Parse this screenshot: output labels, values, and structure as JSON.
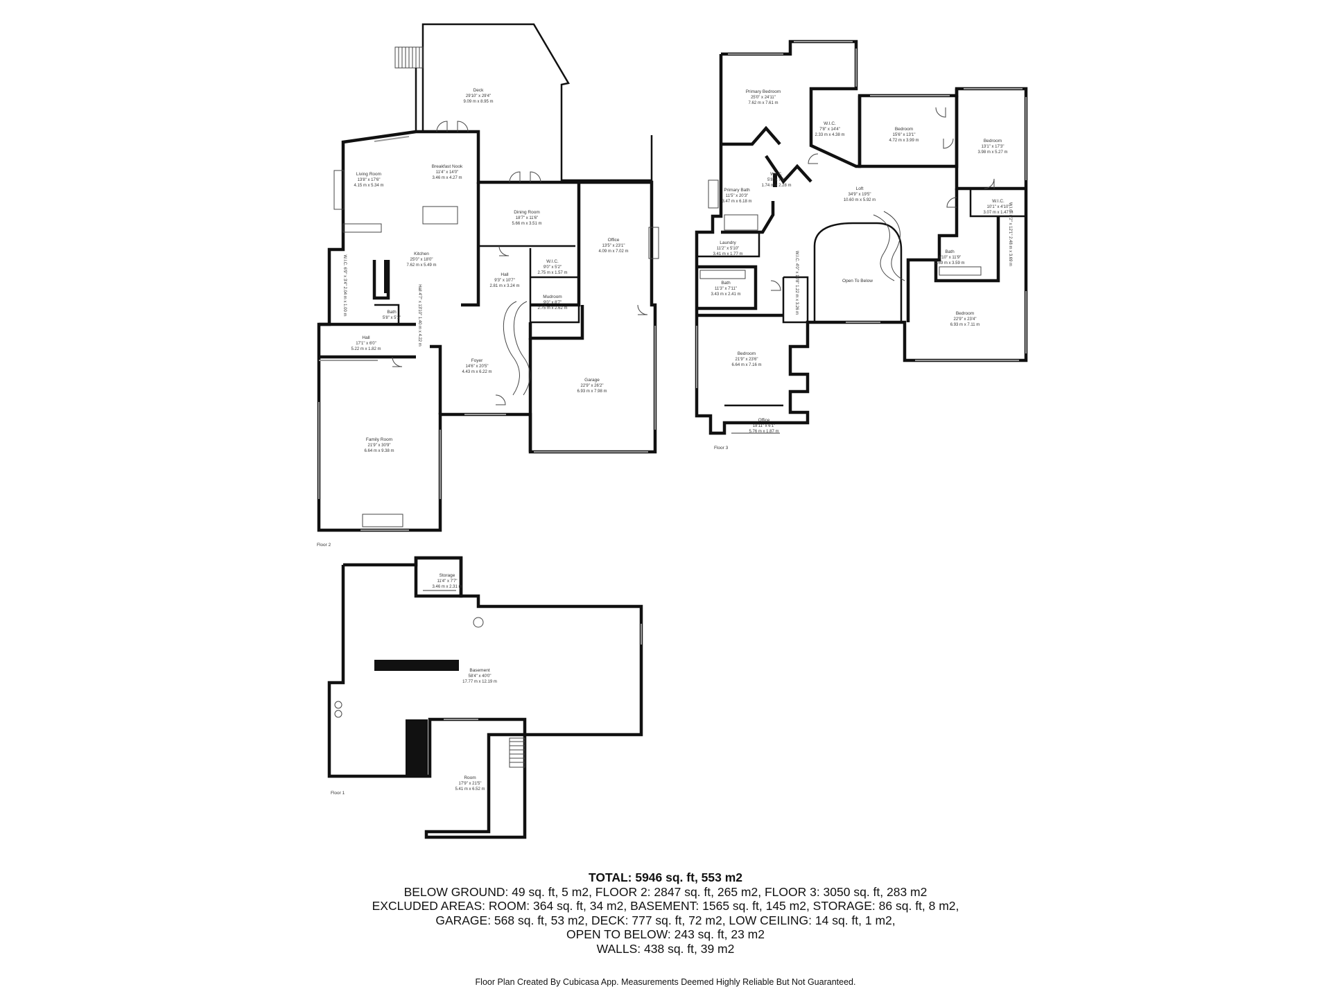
{
  "floors": {
    "floor2": {
      "label": "Floor 2",
      "rooms": [
        {
          "name": "Deck",
          "dim_imperial": "29'10\" x 29'4\"",
          "dim_metric": "9.09 m x 8.95 m"
        },
        {
          "name": "Breakfast Nook",
          "dim_imperial": "11'4\" x 14'0\"",
          "dim_metric": "3.46 m x 4.27 m"
        },
        {
          "name": "Living Room",
          "dim_imperial": "13'8\" x 17'6\"",
          "dim_metric": "4.15 m x 5.34 m"
        },
        {
          "name": "Dining Room",
          "dim_imperial": "18'7\" x 11'6\"",
          "dim_metric": "5.66 m x 3.51 m"
        },
        {
          "name": "Office",
          "dim_imperial": "13'5\" x 23'1\"",
          "dim_metric": "4.09 m x 7.02 m"
        },
        {
          "name": "Kitchen",
          "dim_imperial": "25'0\" x 18'0\"",
          "dim_metric": "7.62 m x 5.49 m"
        },
        {
          "name": "Hall",
          "dim_imperial": "9'3\" x 10'7\"",
          "dim_metric": "2.81 m x 3.24 m"
        },
        {
          "name": "W.I.C.",
          "dim_imperial": "9'0\" x 5'2\"",
          "dim_metric": "2.75 m x 1.57 m"
        },
        {
          "name": "Mudroom",
          "dim_imperial": "9'0\" x 8'7\"",
          "dim_metric": "2.75 m x 2.62 m"
        },
        {
          "name": "Bath",
          "dim_imperial": "5'8\" x 5'1\"",
          "dim_metric": ""
        },
        {
          "name": "Hall",
          "dim_imperial": "17'1\" x 6'0\"",
          "dim_metric": "5.22 m x 1.82 m"
        },
        {
          "name": "Foyer",
          "dim_imperial": "14'6\" x 20'5\"",
          "dim_metric": "4.43 m x 6.22 m"
        },
        {
          "name": "Garage",
          "dim_imperial": "22'9\" x 26'2\"",
          "dim_metric": "6.93 m x 7.98 m"
        },
        {
          "name": "Family Room",
          "dim_imperial": "21'9\" x 30'9\"",
          "dim_metric": "6.64 m x 9.38 m"
        }
      ],
      "rotated_labels": [
        {
          "text": "W.I.C. 6'9\" x 3'4\" 2.04 m x 1.00 m"
        },
        {
          "text": "Hall 4'7\" x 13'10\" 1.40 m x 4.22 m"
        }
      ]
    },
    "floor3": {
      "label": "Floor 3",
      "rooms": [
        {
          "name": "Primary Bedroom",
          "dim_imperial": "25'0\" x 24'11\"",
          "dim_metric": "7.62 m x 7.61 m"
        },
        {
          "name": "W.I.C.",
          "dim_imperial": "7'8\" x 14'4\"",
          "dim_metric": "2.33 m x 4.38 m"
        },
        {
          "name": "Bedroom",
          "dim_imperial": "15'6\" x 13'1\"",
          "dim_metric": "4.72 m x 3.99 m"
        },
        {
          "name": "Bedroom",
          "dim_imperial": "13'1\" x 17'3\"",
          "dim_metric": "3.98 m x 5.27 m"
        },
        {
          "name": "W.I.C.",
          "dim_imperial": "5'8\" x 7'6\"",
          "dim_metric": "1.74 m x 2.28 m"
        },
        {
          "name": "Primary Bath",
          "dim_imperial": "11'5\" x 20'3\"",
          "dim_metric": "3.47 m x 6.18 m"
        },
        {
          "name": "Loft",
          "dim_imperial": "34'9\" x 19'5\"",
          "dim_metric": "10.60 m x 5.92 m"
        },
        {
          "name": "W.I.C.",
          "dim_imperial": "10'1\" x 4'10\"",
          "dim_metric": "3.07 m x 1.47 m"
        },
        {
          "name": "Laundry",
          "dim_imperial": "11'2\" x 5'10\"",
          "dim_metric": "3.41 m x 1.77 m"
        },
        {
          "name": "Bath",
          "dim_imperial": "8'10\" x 11'9\"",
          "dim_metric": "2.69 m x 3.59 m"
        },
        {
          "name": "Open To Below",
          "dim_imperial": "",
          "dim_metric": ""
        },
        {
          "name": "Bath",
          "dim_imperial": "11'3\" x 7'11\"",
          "dim_metric": "3.43 m x 2.41 m"
        },
        {
          "name": "Bedroom",
          "dim_imperial": "22'9\" x 23'4\"",
          "dim_metric": "6.93 m x 7.11 m"
        },
        {
          "name": "Bedroom",
          "dim_imperial": "21'9\" x 23'6\"",
          "dim_metric": "6.64 m x 7.16 m"
        },
        {
          "name": "Office",
          "dim_imperial": "18'11\" x 6'1\"",
          "dim_metric": "5.76 m x 1.87 m"
        }
      ],
      "rotated_labels": [
        {
          "text": "W.I.C. 4'0\" x 10'8\" 1.22 m x 3.26 m"
        },
        {
          "text": "W.I.C. 8'2\" x 12'1\" 2.48 m x 3.69 m"
        }
      ]
    },
    "floor1": {
      "label": "Floor 1",
      "rooms": [
        {
          "name": "Storage",
          "dim_imperial": "11'4\" x 7'7\"",
          "dim_metric": "3.46 m x 2.31 m"
        },
        {
          "name": "Basement",
          "dim_imperial": "58'4\" x 40'0\"",
          "dim_metric": "17.77 m x 12.19 m"
        },
        {
          "name": "Room",
          "dim_imperial": "17'9\" x 21'5\"",
          "dim_metric": "5.41 m x 6.52 m"
        }
      ]
    }
  },
  "summary": {
    "total": "TOTAL: 5946 sq. ft, 553 m2",
    "lines": [
      "BELOW GROUND: 49 sq. ft, 5 m2, FLOOR 2: 2847 sq. ft, 265 m2, FLOOR 3: 3050 sq. ft, 283 m2",
      "EXCLUDED AREAS: ROOM: 364 sq. ft, 34 m2, BASEMENT: 1565 sq. ft, 145 m2, STORAGE: 86 sq. ft, 8 m2,",
      "GARAGE: 568 sq. ft, 53 m2, DECK: 777 sq. ft, 72 m2, LOW CEILING: 14 sq. ft, 1 m2,",
      "OPEN TO BELOW: 243 sq. ft, 23 m2",
      "WALLS: 438 sq. ft, 39 m2"
    ]
  },
  "disclaimer": "Floor Plan Created By Cubicasa App. Measurements Deemed Highly Reliable But Not Guaranteed."
}
